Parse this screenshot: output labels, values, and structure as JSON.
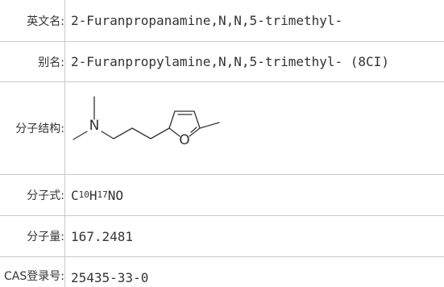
{
  "rows": {
    "english_name": {
      "label": "英文名:",
      "value": "2-Furanpropanamine,N,N,5-trimethyl-"
    },
    "alias": {
      "label": "别名:",
      "value": "2-Furanpropylamine,N,N,5-trimethyl- (8CI)"
    },
    "structure": {
      "label": "分子结构:",
      "atom_n": "N",
      "atom_o": "O"
    },
    "formula": {
      "label": "分子式:",
      "c": "C",
      "c_count": "10",
      "h": "H",
      "h_count": "17",
      "rest": "NO"
    },
    "mol_weight": {
      "label": "分子量:",
      "value": "167.2481"
    },
    "cas": {
      "label": "CAS登录号:",
      "value": "25435-33-0"
    }
  }
}
